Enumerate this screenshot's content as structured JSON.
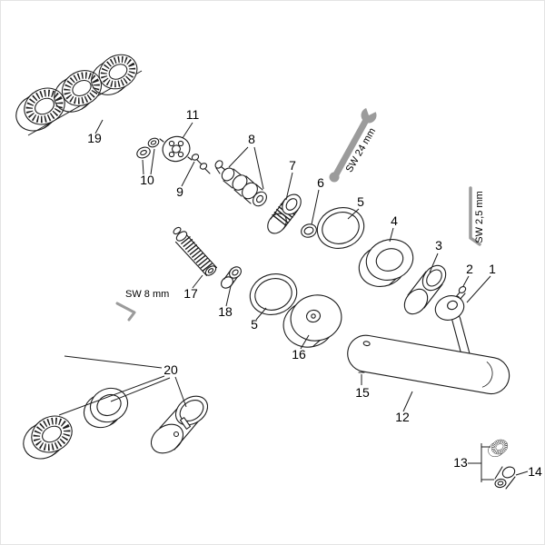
{
  "diagram": {
    "parts": {
      "n1": "1",
      "n2": "2",
      "n3": "3",
      "n4": "4",
      "n5": "5",
      "n5b": "5",
      "n6": "6",
      "n7": "7",
      "n8": "8",
      "n9": "9",
      "n10": "10",
      "n11": "11",
      "n12": "12",
      "n13": "13",
      "n14": "14",
      "n15": "15",
      "n16": "16",
      "n17": "17",
      "n18": "18",
      "n19": "19",
      "n20": "20"
    },
    "tools": {
      "wrench_label": "SW 24 mm",
      "allen_key_small_label": "SW 2,5 mm",
      "allen_key_medium_label": "SW 8 mm"
    },
    "colors": {
      "line": "#1c1c1c",
      "tool_gray": "#9b9b9b",
      "background": "#ffffff"
    }
  }
}
